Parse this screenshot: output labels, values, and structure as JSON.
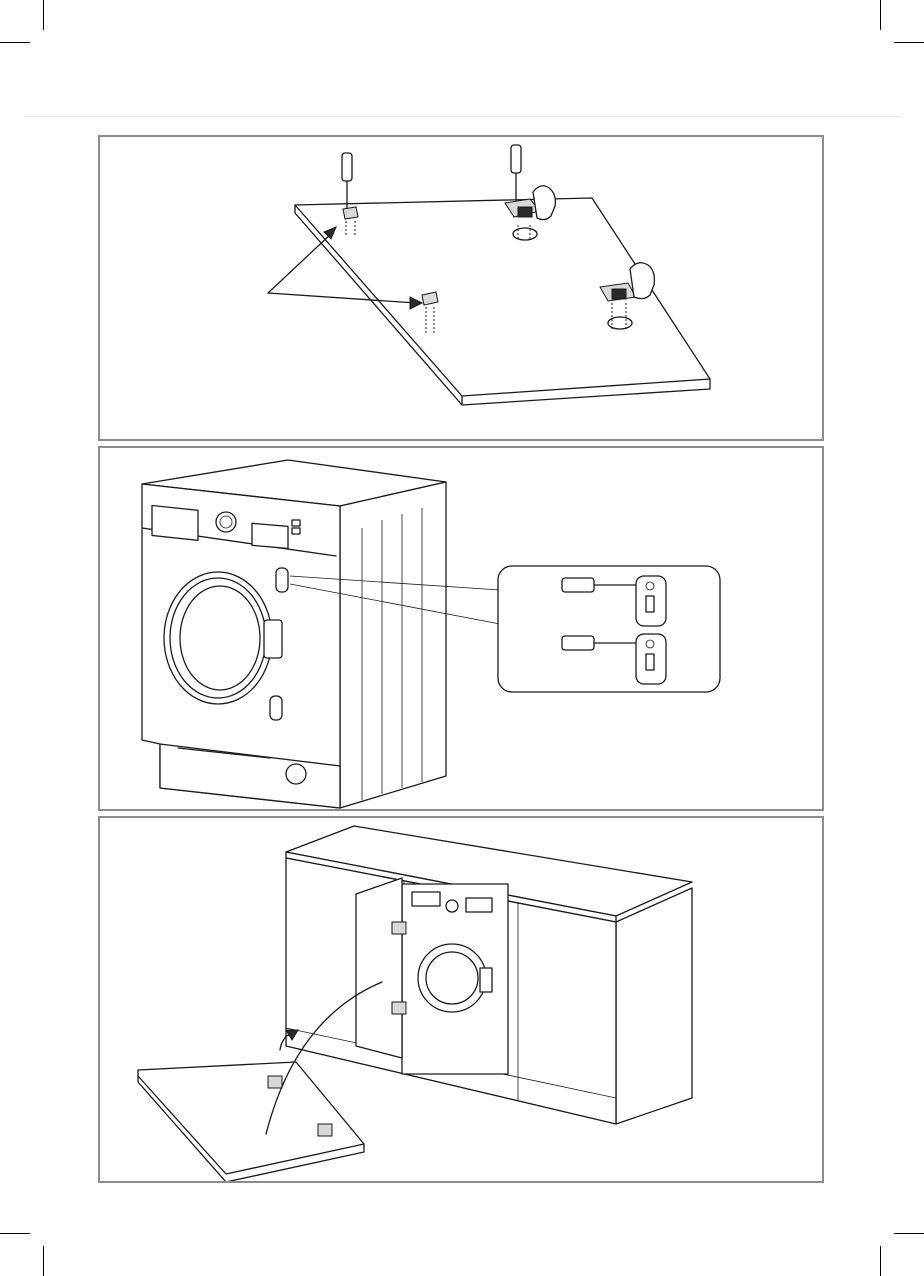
{
  "page": {
    "figures": [
      {
        "id": "fig-door-hinge-mounting"
      },
      {
        "id": "fig-machine-hinge-screws"
      },
      {
        "id": "fig-door-hanging"
      }
    ]
  },
  "colors": {
    "panel_border": "#8c8c8c",
    "line": "#1a1a1a",
    "background": "#ffffff"
  }
}
